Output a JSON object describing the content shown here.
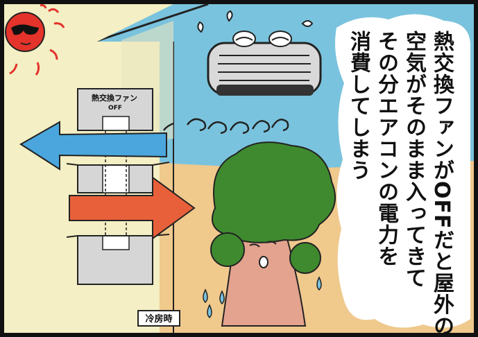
{
  "caption": {
    "column1": "熱交換ファンがOFFだと屋外の",
    "column2": "空気がそのまま入ってきて",
    "column3": "その分エアコンの電力を",
    "column4": "消費してしまう"
  },
  "fan_label": "熱交換ファン",
  "fan_state": "OFF",
  "mode_badge": "冷房時",
  "colors": {
    "wall": "#f4efc4",
    "sky": "#7ac3de",
    "ground": "#f0c98d",
    "cool_arrow": "#4aa6dc",
    "hot_arrow": "#e8603a",
    "sun": "#e4332a",
    "tree": "#3f8a2f",
    "trunk": "#e3a38e"
  },
  "icons": [
    "sun-icon",
    "air-conditioner-icon",
    "tree-character-icon",
    "sweat-drop-icon",
    "airflow-swirl-icon"
  ]
}
